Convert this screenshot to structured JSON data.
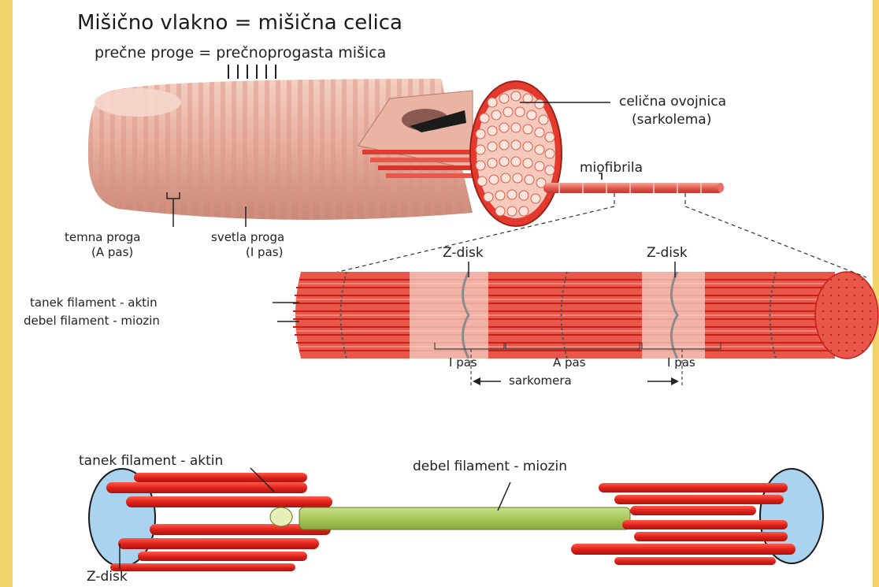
{
  "diagram": {
    "title": "Mišično vlakno = mišična celica",
    "subtitle": "prečne proge = prečnoprogasta mišica",
    "labels": {
      "membrane": [
        "celična ovojnica",
        "(sarkolema)"
      ],
      "myofibril": "miofibrila",
      "dark_band": [
        "temna proga",
        "(A pas)"
      ],
      "light_band": [
        "svetla proga",
        "(I pas)"
      ],
      "z_disk": "Z-disk",
      "thin_filament": "tanek filament - aktin",
      "thick_filament": "debel filament - miozin",
      "i_band": "I pas",
      "a_band": "A pas",
      "sarcomere": "sarkomera"
    }
  },
  "colors": {
    "background": "#f3d46c",
    "fiber": "#eab3a2",
    "actin": "#e0231b",
    "myosin": "#a8c95a",
    "z_disk": "#a9d3ee"
  }
}
